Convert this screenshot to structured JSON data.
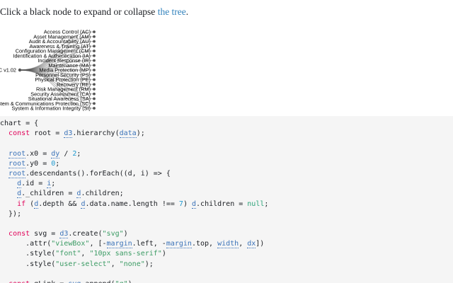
{
  "intro": {
    "prefix": "Click a black node to expand or collapse ",
    "link": "the tree",
    "suffix": "."
  },
  "tree": {
    "root": "C v1.02",
    "children": [
      "Access Control (AC)",
      "Asset Management (AM)",
      "Audit & Accountability (AU)",
      "Awareness & Training (AT)",
      "Configuration Management (CM)",
      "Identification & Authentication (IA)",
      "Incident Response (IR)",
      "Maintenance (MA)",
      "Media Protection (MP)",
      "Personnel Security (PS)",
      "Physical Protection (PE)",
      "Recovery (RE)",
      "Risk Management (RM)",
      "Security Assessment (CA)",
      "Situational Awareness (SA)",
      "System & Communications Protection (SC)",
      "System & Information Integrity (SI)"
    ],
    "colors": {
      "node": "#555555",
      "link": "#555555"
    }
  },
  "code": {
    "colors": {
      "keyword": "#e10058",
      "number": "#1f9ad0",
      "string": "#3b9b64",
      "null": "#2ea47a",
      "reference": "#3b73b9",
      "background": "#f5f5f5"
    },
    "lines": [
      [
        {
          "t": "chart = {"
        }
      ],
      [
        {
          "t": "  "
        },
        {
          "t": "const",
          "c": "kw"
        },
        {
          "t": " root = "
        },
        {
          "t": "d3",
          "c": "ref"
        },
        {
          "t": ".hierarchy("
        },
        {
          "t": "data",
          "c": "ref"
        },
        {
          "t": ");"
        }
      ],
      [
        {
          "t": ""
        }
      ],
      [
        {
          "t": "  "
        },
        {
          "t": "root",
          "c": "ref"
        },
        {
          "t": ".x0 = "
        },
        {
          "t": "dy",
          "c": "ref"
        },
        {
          "t": " / "
        },
        {
          "t": "2",
          "c": "num"
        },
        {
          "t": ";"
        }
      ],
      [
        {
          "t": "  "
        },
        {
          "t": "root",
          "c": "ref"
        },
        {
          "t": ".y0 = "
        },
        {
          "t": "0",
          "c": "num"
        },
        {
          "t": ";"
        }
      ],
      [
        {
          "t": "  "
        },
        {
          "t": "root",
          "c": "ref"
        },
        {
          "t": ".descendants().forEach((d, i) => {"
        }
      ],
      [
        {
          "t": "    "
        },
        {
          "t": "d",
          "c": "ref"
        },
        {
          "t": ".id = "
        },
        {
          "t": "i",
          "c": "ref"
        },
        {
          "t": ";"
        }
      ],
      [
        {
          "t": "    "
        },
        {
          "t": "d",
          "c": "ref"
        },
        {
          "t": "._children = "
        },
        {
          "t": "d",
          "c": "ref"
        },
        {
          "t": ".children;"
        }
      ],
      [
        {
          "t": "    "
        },
        {
          "t": "if",
          "c": "kw"
        },
        {
          "t": " ("
        },
        {
          "t": "d",
          "c": "ref"
        },
        {
          "t": ".depth && "
        },
        {
          "t": "d",
          "c": "ref"
        },
        {
          "t": ".data.name.length !== "
        },
        {
          "t": "7",
          "c": "num"
        },
        {
          "t": ") "
        },
        {
          "t": "d",
          "c": "ref"
        },
        {
          "t": ".children = "
        },
        {
          "t": "null",
          "c": "nul"
        },
        {
          "t": ";"
        }
      ],
      [
        {
          "t": "  });"
        }
      ],
      [
        {
          "t": ""
        }
      ],
      [
        {
          "t": "  "
        },
        {
          "t": "const",
          "c": "kw"
        },
        {
          "t": " svg = "
        },
        {
          "t": "d3",
          "c": "ref"
        },
        {
          "t": ".create("
        },
        {
          "t": "\"svg\"",
          "c": "str"
        },
        {
          "t": ")"
        }
      ],
      [
        {
          "t": "      .attr("
        },
        {
          "t": "\"viewBox\"",
          "c": "str"
        },
        {
          "t": ", [-"
        },
        {
          "t": "margin",
          "c": "ref"
        },
        {
          "t": ".left, -"
        },
        {
          "t": "margin",
          "c": "ref"
        },
        {
          "t": ".top, "
        },
        {
          "t": "width",
          "c": "ref"
        },
        {
          "t": ", "
        },
        {
          "t": "dx",
          "c": "ref"
        },
        {
          "t": "])"
        }
      ],
      [
        {
          "t": "      .style("
        },
        {
          "t": "\"font\"",
          "c": "str"
        },
        {
          "t": ", "
        },
        {
          "t": "\"10px sans-serif\"",
          "c": "str"
        },
        {
          "t": ")"
        }
      ],
      [
        {
          "t": "      .style("
        },
        {
          "t": "\"user-select\"",
          "c": "str"
        },
        {
          "t": ", "
        },
        {
          "t": "\"none\"",
          "c": "str"
        },
        {
          "t": ");"
        }
      ],
      [
        {
          "t": ""
        }
      ],
      [
        {
          "t": "  "
        },
        {
          "t": "const",
          "c": "kw"
        },
        {
          "t": " gLink = "
        },
        {
          "t": "svg",
          "c": "ref"
        },
        {
          "t": ".append("
        },
        {
          "t": "\"g\"",
          "c": "str"
        },
        {
          "t": ")"
        }
      ]
    ]
  }
}
